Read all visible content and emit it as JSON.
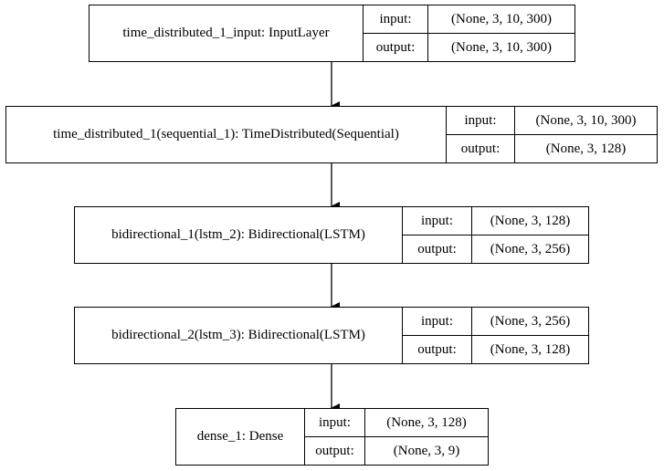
{
  "layers": [
    {
      "name": "time_distributed_1_input: InputLayer",
      "input_label": "input:",
      "output_label": "output:",
      "input": "(None, 3, 10, 300)",
      "output": "(None, 3, 10, 300)"
    },
    {
      "name": "time_distributed_1(sequential_1): TimeDistributed(Sequential)",
      "input_label": "input:",
      "output_label": "output:",
      "input": "(None, 3, 10, 300)",
      "output": "(None, 3, 128)"
    },
    {
      "name": "bidirectional_1(lstm_2): Bidirectional(LSTM)",
      "input_label": "input:",
      "output_label": "output:",
      "input": "(None, 3, 128)",
      "output": "(None, 3, 256)"
    },
    {
      "name": "bidirectional_2(lstm_3): Bidirectional(LSTM)",
      "input_label": "input:",
      "output_label": "output:",
      "input": "(None, 3, 256)",
      "output": "(None, 3, 128)"
    },
    {
      "name": "dense_1: Dense",
      "input_label": "input:",
      "output_label": "output:",
      "input": "(None, 3, 128)",
      "output": "(None, 3, 9)"
    }
  ]
}
